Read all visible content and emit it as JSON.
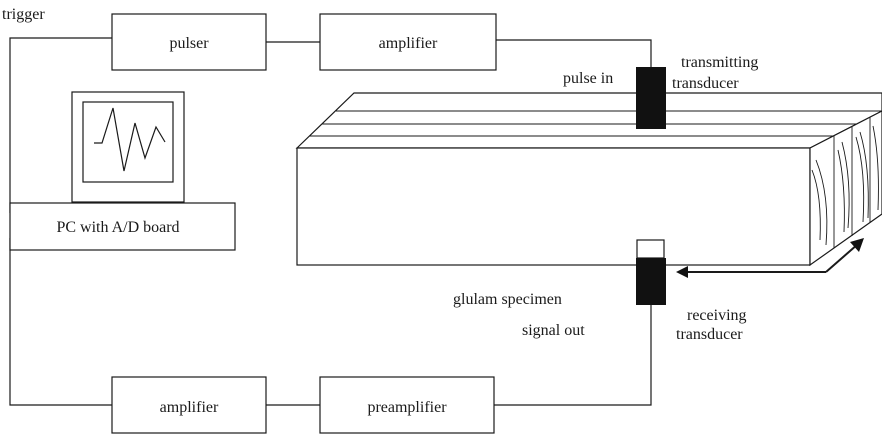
{
  "labels": {
    "trigger": "trigger",
    "pulser": "pulser",
    "amplifier_top": "amplifier",
    "pc": "PC with A/D board",
    "pulse_in": "pulse in",
    "transmitting_1": "transmitting",
    "transmitting_2": "transducer",
    "glulam": "glulam specimen",
    "signal_out": "signal out",
    "receiving_1": "receiving",
    "receiving_2": "transducer",
    "amplifier_bottom": "amplifier",
    "preamplifier": "preamplifier"
  },
  "colors": {
    "ink": "#1a1a1a",
    "transducer_fill": "#111111",
    "background": "#ffffff"
  }
}
